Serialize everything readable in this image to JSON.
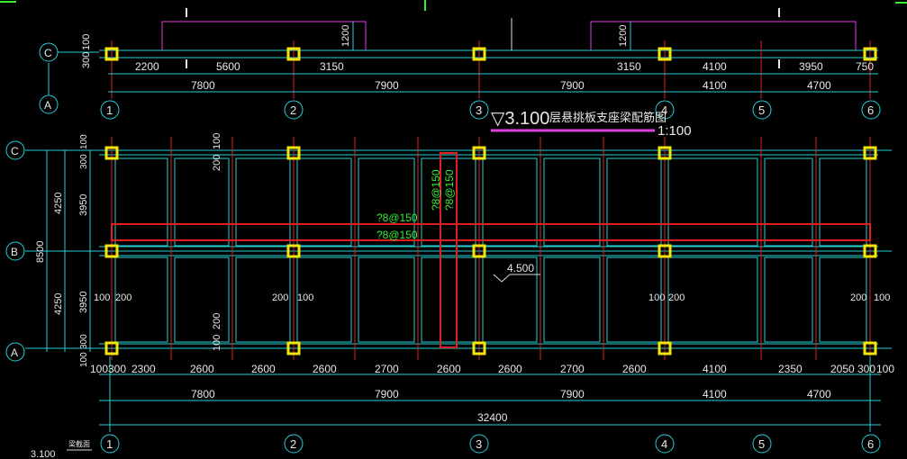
{
  "drawing": {
    "title": "▽3.100 层悬挑板支座梁配筋图",
    "title_level": "▽3.100",
    "title_text": "层悬挑板支座梁配筋图",
    "scale": "1:100",
    "level_mark": "4.500",
    "bottom_level": "3.100",
    "bottom_note": "梁截面"
  },
  "grid_x": [
    "1",
    "2",
    "3",
    "4",
    "5",
    "6"
  ],
  "grid_y": [
    "C",
    "B",
    "A"
  ],
  "top_plan": {
    "axis_c": "C",
    "axis_a": "A",
    "dims_row1": [
      "2200",
      "5600",
      "3150",
      "3150",
      "4100",
      "3950",
      "750"
    ],
    "dims_row2": [
      "7800",
      "7900",
      "7900",
      "4100",
      "4700"
    ],
    "dim_left": "300",
    "dim_left2": "100",
    "overhang": [
      "1200",
      "1200"
    ]
  },
  "main_plan": {
    "left_dims_outer": [
      "8500"
    ],
    "left_dims_mid": [
      "4250",
      "4250"
    ],
    "left_dims_inner": [
      "3950",
      "3950"
    ],
    "left_top": [
      "300",
      "100"
    ],
    "left_bottom": [
      "100",
      "300"
    ],
    "beam_rebar_h": [
      "?8@150",
      "?8@150"
    ],
    "beam_rebar_v": [
      "?8@150",
      "?8@150"
    ],
    "offsets": [
      "200",
      "100",
      "100",
      "200",
      "200",
      "100",
      "100",
      "200",
      "200",
      "100",
      "100",
      "200"
    ],
    "bottom_dims_row1": [
      "100",
      "300",
      "2300",
      "2600",
      "2600",
      "2600",
      "2700",
      "2600",
      "2600",
      "2700",
      "2600",
      "4100",
      "2350",
      "2050",
      "300",
      "100"
    ],
    "bottom_dims_row2": [
      "7800",
      "7900",
      "7900",
      "4100",
      "4700"
    ],
    "total": "32400"
  },
  "colors": {
    "axis": "#26d0d8",
    "text": "#e8e8e8",
    "beam": "#e02020",
    "column": "#f5e50a",
    "rebar_text": "#33ee33",
    "title_line": "#e040e0"
  }
}
